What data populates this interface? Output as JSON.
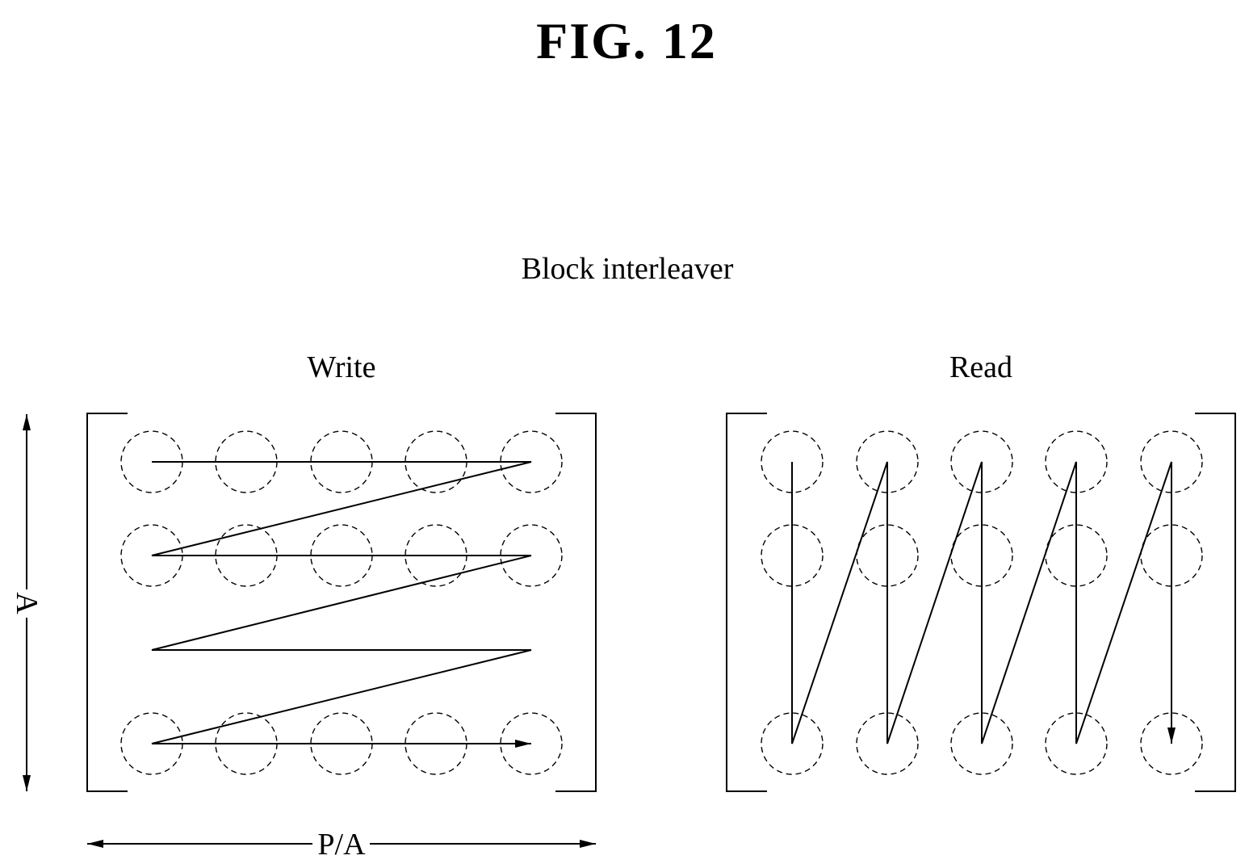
{
  "figure": {
    "label": "FIG. 12",
    "title": "Block interleaver"
  },
  "panels": {
    "write": {
      "title": "Write"
    },
    "read": {
      "title": "Read"
    }
  },
  "dimensions": {
    "rows_label": "A",
    "cols_label": "P/A"
  },
  "grid": {
    "columns": 5,
    "visible_rows": 3
  },
  "colors": {
    "ink": "#000000",
    "background": "#ffffff"
  }
}
